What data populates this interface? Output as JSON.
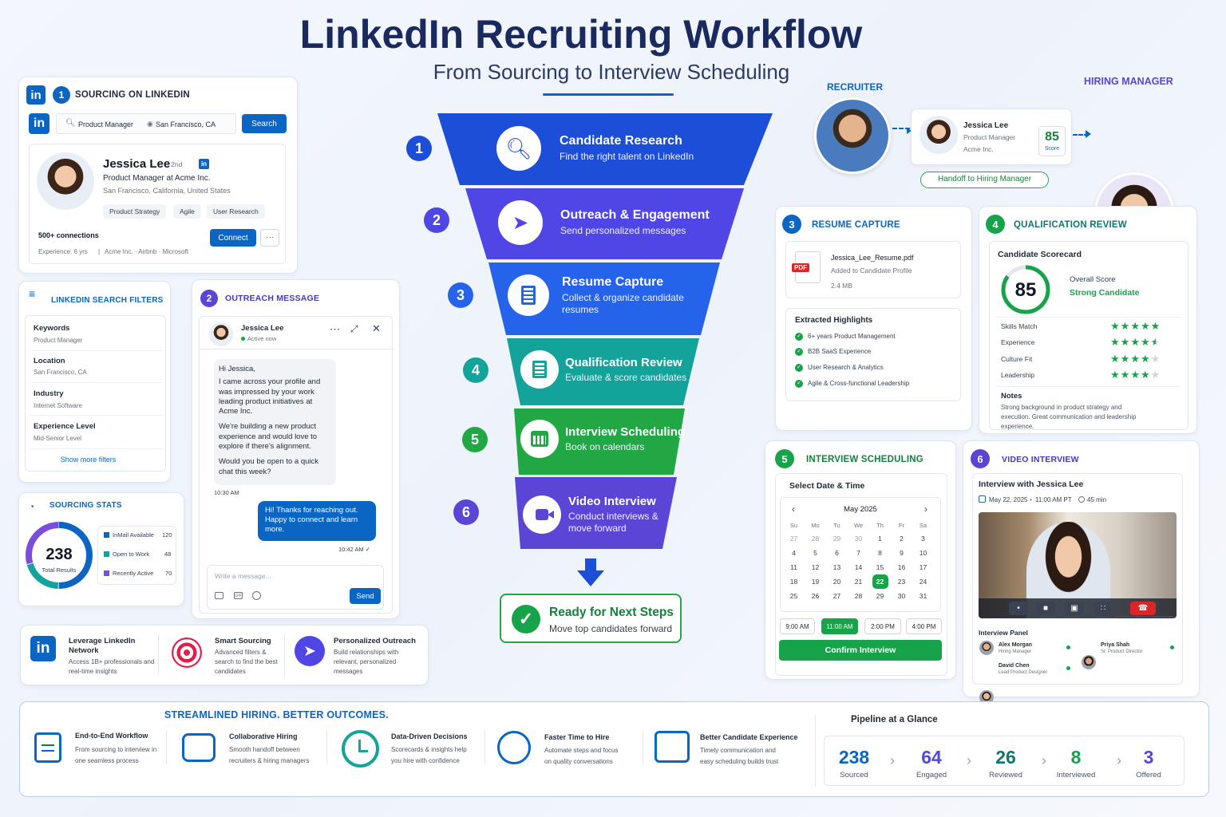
{
  "header": {
    "title": "LinkedIn Recruiting Workflow",
    "subtitle": "From Sourcing to Interview Scheduling"
  },
  "colors": {
    "linkedin": "#0a66c2",
    "navy": "#1a2a5e",
    "green": "#16a34a",
    "purple": "#5b45d6",
    "teal": "#14a39a"
  },
  "sourcing": {
    "num": "1",
    "title": "SOURCING ON LINKEDIN",
    "search_keyword": "Product Manager",
    "search_location": "San Francisco, CA",
    "search_button": "Search",
    "profile": {
      "name": "Jessica Lee",
      "degree": "· 2nd",
      "headline": "Product Manager at Acme Inc.",
      "location": "San Francisco, California, United States",
      "skills": [
        "Product Strategy",
        "Agile",
        "User Research"
      ],
      "connections": "500+ connections",
      "connect_button": "Connect",
      "more_button": "···",
      "experience": "Experience: 6 yrs",
      "companies": "Acme Inc. · Airbnb · Microsoft"
    }
  },
  "filters": {
    "title": "LINKEDIN SEARCH FILTERS",
    "items": [
      {
        "label": "Keywords",
        "value": "Product Manager"
      },
      {
        "label": "Location",
        "value": "San Francisco, CA"
      },
      {
        "label": "Industry",
        "value": "Internet Software"
      },
      {
        "label": "Experience Level",
        "value": "Mid-Senior Level"
      }
    ],
    "more": "Show more filters"
  },
  "stats": {
    "title": "SOURCING STATS",
    "total": "238",
    "total_label": "Total Results",
    "legend": [
      {
        "label": "InMail Available",
        "value": "120",
        "color": "#0a66c2"
      },
      {
        "label": "Open to Work",
        "value": "48",
        "color": "#14a39a"
      },
      {
        "label": "Recently Active",
        "value": "70",
        "color": "#7c4ddb"
      }
    ]
  },
  "outreach": {
    "num": "2",
    "title": "OUTREACH MESSAGE",
    "name": "Jessica Lee",
    "status": "Active now",
    "msg_p1": "Hi Jessica,",
    "msg_p2": "I came across your profile and was impressed by your work leading product initiatives at Acme Inc.",
    "msg_p3": "We're building a new product experience and would love to explore if there's alignment.",
    "msg_p4": "Would you be open to a quick chat this week?",
    "msg_time": "10:30 AM",
    "reply": "Hi! Thanks for reaching out. Happy to connect and learn more.",
    "reply_time": "10:42 AM ✓",
    "placeholder": "Write a message...",
    "send": "Send"
  },
  "funnel": {
    "stages": [
      {
        "num": "1",
        "title": "Candidate Research",
        "desc": "Find the right talent on LinkedIn",
        "icon": "search-person-icon"
      },
      {
        "num": "2",
        "title": "Outreach & Engagement",
        "desc": "Send personalized messages",
        "icon": "paper-plane-icon"
      },
      {
        "num": "3",
        "title": "Resume Capture",
        "desc": "Collect & organize candidate resumes",
        "icon": "document-icon"
      },
      {
        "num": "4",
        "title": "Qualification Review",
        "desc": "Evaluate & score candidates",
        "icon": "checklist-icon"
      },
      {
        "num": "5",
        "title": "Interview Scheduling",
        "desc": "Book on calendars",
        "icon": "calendar-icon"
      },
      {
        "num": "6",
        "title": "Video Interview",
        "desc": "Conduct interviews & move forward",
        "icon": "video-camera-icon"
      }
    ],
    "ready_title": "Ready for Next Steps",
    "ready_desc": "Move top candidates forward"
  },
  "handoff": {
    "recruiter_label": "RECRUITER",
    "manager_label": "HIRING MANAGER",
    "name": "Jessica Lee",
    "role": "Product Manager",
    "company": "Acme Inc.",
    "score": "85",
    "score_label": "Score",
    "button": "Handoff to Hiring Manager"
  },
  "resume": {
    "num": "3",
    "title": "RESUME CAPTURE",
    "file": "Jessica_Lee_Resume.pdf",
    "added": "Added to Candidate Profile",
    "size": "2.4 MB",
    "pdf": "PDF",
    "highlights_title": "Extracted Highlights",
    "highlights": [
      "6+ years Product Management",
      "B2B SaaS Experience",
      "User Research & Analytics",
      "Agile & Cross-functional Leadership"
    ]
  },
  "qualification": {
    "num": "4",
    "title": "QUALIFICATION REVIEW",
    "scorecard": "Candidate Scorecard",
    "score": "85",
    "score_value": 0.85,
    "overall": "Overall Score",
    "verdict": "Strong Candidate",
    "ratings": [
      {
        "label": "Skills Match",
        "stars": 5
      },
      {
        "label": "Experience",
        "stars": 4.5
      },
      {
        "label": "Culture Fit",
        "stars": 4
      },
      {
        "label": "Leadership",
        "stars": 4
      }
    ],
    "notes_title": "Notes",
    "notes": "Strong background in product strategy and execution. Great communication and leadership experience."
  },
  "scheduling": {
    "num": "5",
    "title": "INTERVIEW SCHEDULING",
    "select": "Select Date & Time",
    "month": "May 2025",
    "weekdays": [
      "Su",
      "Mo",
      "Tu",
      "We",
      "Th",
      "Fr",
      "Sa"
    ],
    "weeks": [
      [
        "27",
        "28",
        "29",
        "30",
        "1",
        "2",
        "3"
      ],
      [
        "4",
        "5",
        "6",
        "7",
        "8",
        "9",
        "10"
      ],
      [
        "11",
        "12",
        "13",
        "14",
        "15",
        "16",
        "17"
      ],
      [
        "18",
        "19",
        "20",
        "21",
        "22",
        "23",
        "24"
      ],
      [
        "25",
        "26",
        "27",
        "28",
        "29",
        "30",
        "31"
      ]
    ],
    "selected": "22",
    "times": [
      "9:00 AM",
      "11:00 AM",
      "2:00 PM",
      "4:00 PM"
    ],
    "selected_time": "11:00 AM",
    "confirm": "Confirm Interview"
  },
  "video": {
    "num": "6",
    "title": "VIDEO INTERVIEW",
    "heading": "Interview with Jessica Lee",
    "date": "May 22, 2025",
    "time": "11:00 AM PT",
    "duration": "45 min",
    "panel_title": "Interview Panel",
    "panel": [
      {
        "name": "Alex Morgan",
        "role": "Hiring Manager"
      },
      {
        "name": "Priya Shah",
        "role": "Sr. Product Director"
      },
      {
        "name": "David Chen",
        "role": "Lead Product Designer"
      }
    ]
  },
  "benefits": [
    {
      "title": "Leverage LinkedIn Network",
      "desc": "Access 1B+ professionals and real-time insights",
      "icon": "linkedin-icon"
    },
    {
      "title": "Smart Sourcing",
      "desc": "Advanced filters & search to find the best candidates",
      "icon": "target-icon"
    },
    {
      "title": "Personalized Outreach",
      "desc": "Build relationships with relevant, personalized messages",
      "icon": "send-icon"
    }
  ],
  "footer": {
    "title": "STREAMLINED HIRING. BETTER OUTCOMES.",
    "features": [
      {
        "title": "End-to-End Workflow",
        "desc": "From sourcing to interview in one seamless process",
        "icon": "document-chat-icon"
      },
      {
        "title": "Collaborative Hiring",
        "desc": "Smooth handoff between recruiters & hiring managers",
        "icon": "handoff-icon"
      },
      {
        "title": "Data-Driven Decisions",
        "desc": "Scorecards & insights help you hire with confidence",
        "icon": "clock-icon"
      },
      {
        "title": "Faster Time to Hire",
        "desc": "Automate steps and focus on quality conversations",
        "icon": "stopwatch-icon"
      },
      {
        "title": "Better Candidate Experience",
        "desc": "Timely communication and easy scheduling builds trust",
        "icon": "people-chat-icon"
      }
    ],
    "pipeline_title": "Pipeline at a Glance",
    "pipeline": [
      {
        "value": "238",
        "label": "Sourced"
      },
      {
        "value": "64",
        "label": "Engaged"
      },
      {
        "value": "26",
        "label": "Reviewed"
      },
      {
        "value": "8",
        "label": "Interviewed"
      },
      {
        "value": "3",
        "label": "Offered"
      }
    ]
  }
}
